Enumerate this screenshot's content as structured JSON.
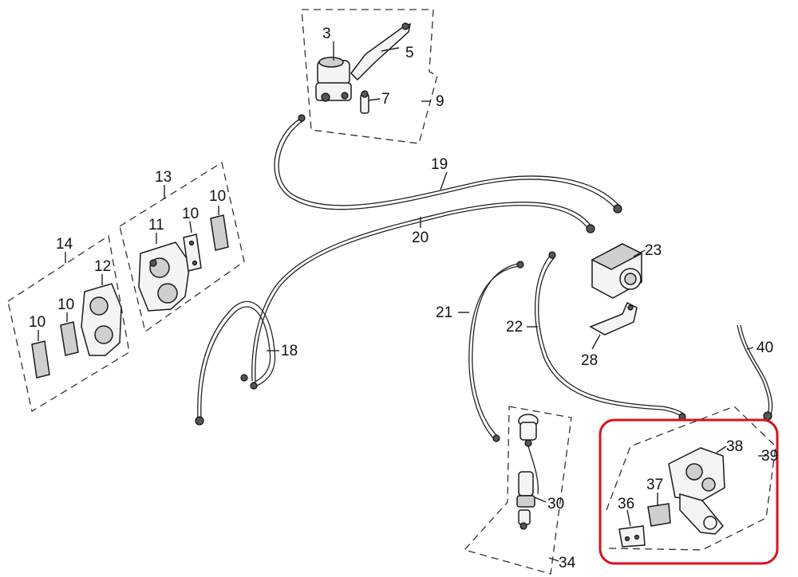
{
  "callouts": {
    "c3": "3",
    "c5": "5",
    "c7": "7",
    "c9": "9",
    "c19": "19",
    "c20": "20",
    "c13": "13",
    "c14": "14",
    "c11": "11",
    "c10a": "10",
    "c10b": "10",
    "c10c": "10",
    "c10d": "10",
    "c12": "12",
    "c18": "18",
    "c21": "21",
    "c22": "22",
    "c23": "23",
    "c28": "28",
    "c40": "40",
    "c38": "38",
    "c39": "39",
    "c37": "37",
    "c36": "36",
    "c30": "30",
    "c34": "34"
  },
  "colors": {
    "line": "#222222",
    "background": "#ffffff",
    "highlight": "#d8121b"
  },
  "icons": {
    "highlight_frame": "rounded-rectangle-outline"
  }
}
